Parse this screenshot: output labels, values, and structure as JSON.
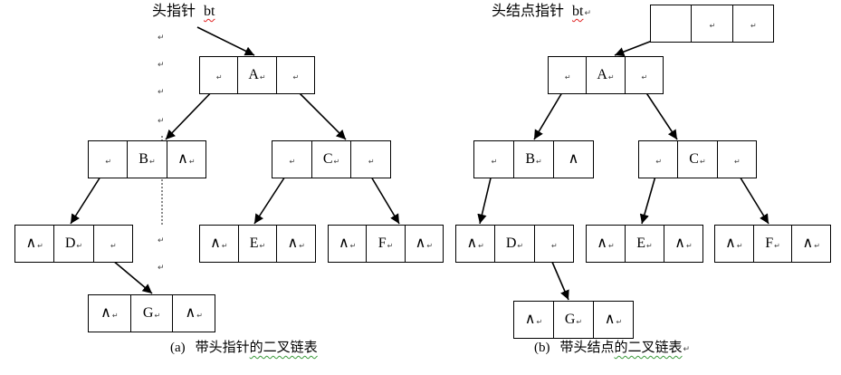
{
  "colors": {
    "ink": "#000000",
    "mark": "#444444",
    "squiggle_red": "#e02020",
    "squiggle_green": "#3a9a3a"
  },
  "tree_a": {
    "head_pointer_label": {
      "text": "头指针",
      "var": "bt"
    },
    "paragraph_marks": [
      "↵",
      "↵",
      "↵",
      "↵",
      "↵",
      "↵"
    ],
    "nodes": {
      "A": [
        {
          "mark": "↵"
        },
        {
          "value": "A",
          "mark": "↵"
        },
        {
          "mark": "↵"
        }
      ],
      "B": [
        {
          "mark": "↵"
        },
        {
          "value": "B",
          "mark": "↵"
        },
        {
          "value": "∧",
          "mark": "↵"
        }
      ],
      "C": [
        {
          "mark": "↵"
        },
        {
          "value": "C",
          "mark": "↵"
        },
        {
          "mark": "↵"
        }
      ],
      "D": [
        {
          "value": "∧",
          "mark": "↵"
        },
        {
          "value": "D",
          "mark": "↵"
        },
        {
          "mark": "↵"
        }
      ],
      "E": [
        {
          "value": "∧",
          "mark": "↵"
        },
        {
          "value": "E",
          "mark": "↵"
        },
        {
          "value": "∧",
          "mark": "↵"
        }
      ],
      "F": [
        {
          "value": "∧",
          "mark": "↵"
        },
        {
          "value": "F",
          "mark": "↵"
        },
        {
          "value": "∧",
          "mark": "↵"
        }
      ],
      "G": [
        {
          "value": "∧",
          "mark": "↵"
        },
        {
          "value": "G",
          "mark": "↵"
        },
        {
          "value": "∧",
          "mark": "↵"
        }
      ]
    },
    "caption": {
      "tag": "(a)",
      "text": "带头指针",
      "underlined": "的二叉链表"
    }
  },
  "tree_b": {
    "head_node_label": {
      "text": "头结点指针",
      "var": "bt",
      "mark": "↵"
    },
    "nodes": {
      "head": [
        {},
        {
          "mark": "↵"
        },
        {
          "mark": "↵"
        }
      ],
      "A": [
        {
          "mark": "↵"
        },
        {
          "value": "A",
          "mark": "↵"
        },
        {
          "mark": "↵"
        }
      ],
      "B": [
        {
          "mark": "↵"
        },
        {
          "value": "B",
          "mark": "↵"
        },
        {
          "value": "∧"
        }
      ],
      "C": [
        {
          "mark": "↵"
        },
        {
          "value": "C",
          "mark": "↵"
        },
        {
          "mark": "↵"
        }
      ],
      "D": [
        {
          "value": "∧",
          "mark": "↵"
        },
        {
          "value": "D",
          "mark": "↵"
        },
        {
          "mark": "↵"
        }
      ],
      "E": [
        {
          "value": "∧",
          "mark": "↵"
        },
        {
          "value": "E",
          "mark": "↵"
        },
        {
          "value": "∧",
          "mark": "↵"
        }
      ],
      "F": [
        {
          "value": "∧",
          "mark": "↵"
        },
        {
          "value": "F",
          "mark": "↵"
        },
        {
          "value": "∧",
          "mark": "↵"
        }
      ],
      "G": [
        {
          "value": "∧",
          "mark": "↵"
        },
        {
          "value": "G",
          "mark": "↵"
        },
        {
          "value": "∧",
          "mark": "↵"
        }
      ]
    },
    "caption": {
      "tag": "(b)",
      "text": "带头结点",
      "underlined": "的二叉链表",
      "mark": "↵"
    }
  }
}
